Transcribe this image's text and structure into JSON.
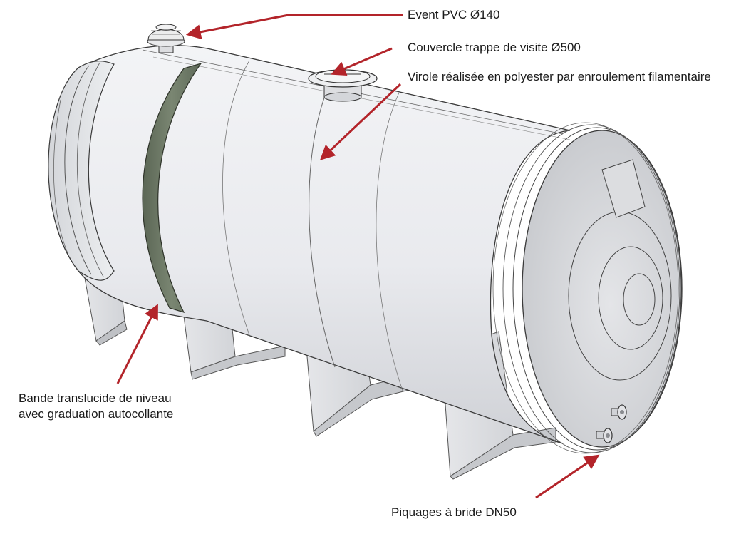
{
  "callouts": {
    "vent": {
      "text": "Event PVC Ø140"
    },
    "hatch": {
      "text": "Couvercle trappe de visite Ø500"
    },
    "shell": {
      "text": "Virole réalisée en polyester par enroulement filamentaire"
    },
    "band": {
      "line1": "Bande translucide de niveau",
      "line2": "avec graduation autocollante"
    },
    "flanges": {
      "text": "Piquages à bride DN50"
    }
  },
  "colors": {
    "arrow": "#b3242a",
    "tank_light": "#eeeff2",
    "tank_shadow": "#c9cbd0",
    "band": "#6d7866",
    "outline": "#3a3a3a"
  }
}
